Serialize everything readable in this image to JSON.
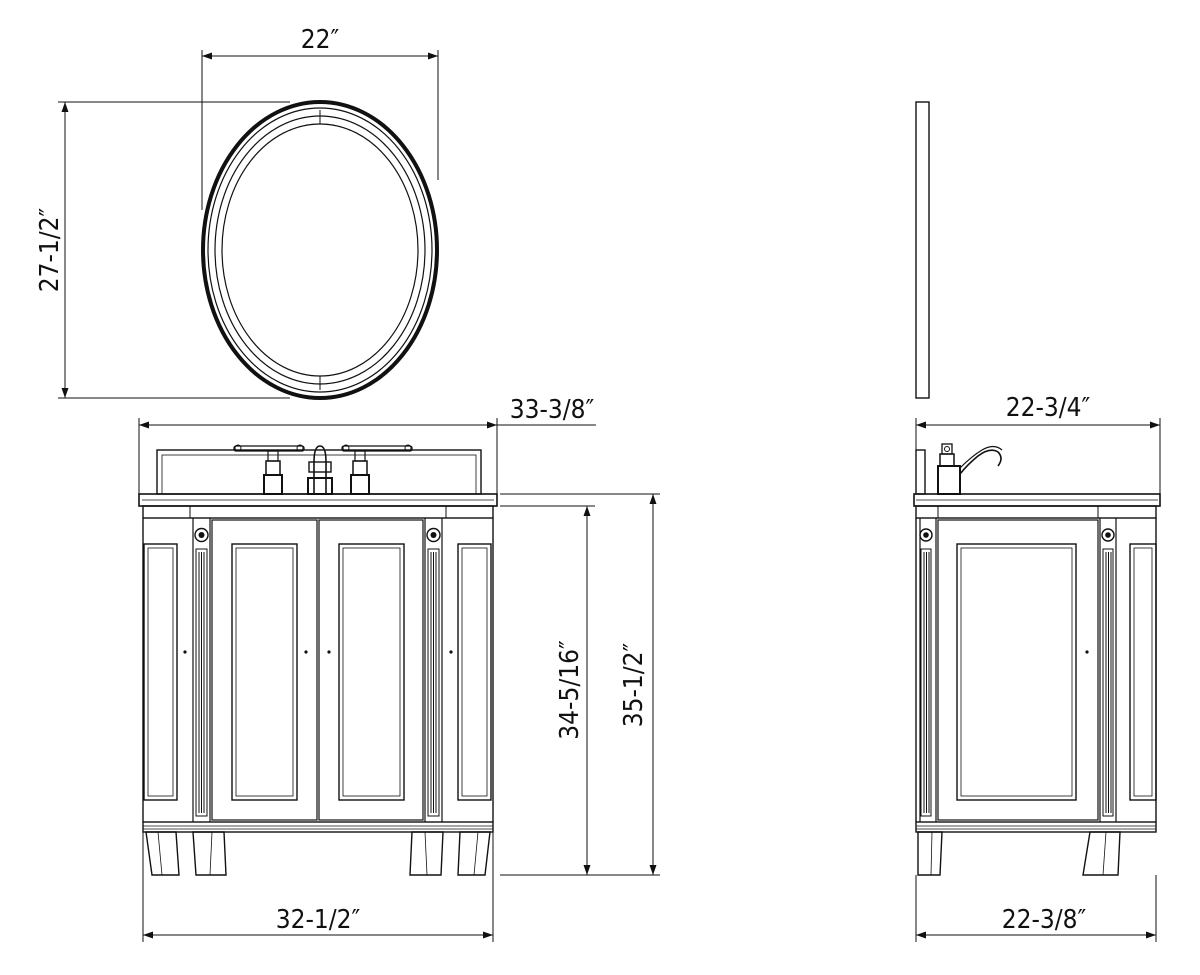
{
  "dimensions": {
    "mirror_width": "22″",
    "mirror_height": "27-1/2″",
    "vanity_top_width": "33-3/8″",
    "vanity_height_to_top": "34-5/16″",
    "vanity_total_height": "35-1/2″",
    "vanity_base_width": "32-1/2″",
    "side_top_depth": "22-3/4″",
    "side_base_depth": "22-3/8″"
  }
}
